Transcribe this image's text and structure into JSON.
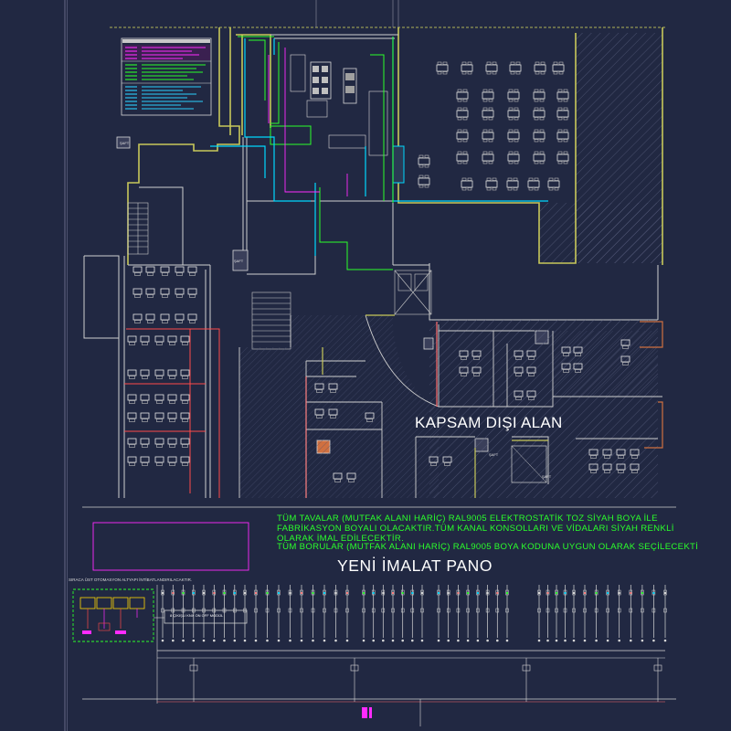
{
  "drawing": {
    "scope_label": "KAPSAM DIŞI ALAN",
    "panel_title": "YENİ İMALAT PANO",
    "notes": [
      "TÜM TAVALAR (MUTFAK ALANI HARİÇ) RAL9005 ELEKTROSTATİK TOZ SİYAH BOYA İLE",
      "FABRİKASYON BOYALI OLACAKTIR.TÜM KANAL KONSOLLARI VE VİDALARI SİYAH RENKLİ",
      "OLARAK İMAL EDİLECEKTİR.",
      "TÜM BORULAR (MUTFAK ALANI HARİÇ) RAL9005 BOYA KODUNA UYGUN OLARAK SEÇİLECEKTİ"
    ],
    "schematic_caption": "SIRACA ÜST OTOMASYON ALTYAPI İNTİBATLANDIRILACAKTIR.",
    "module_label": "8 ÇIKIŞLI KNX ON OFF MODÜL",
    "room_tags": [
      "ŞAFT",
      "ŞAFT",
      "ŞAFT",
      "ŞAFT"
    ]
  },
  "colors": {
    "background": "#212842",
    "wall_yellow": "#c8c85a",
    "wall_white": "#d0d0d0",
    "note_green": "#2bff2b",
    "cyan": "#00d8ff",
    "red": "#ff4a4a",
    "magenta": "#ff2bff",
    "green": "#2bff2b"
  }
}
